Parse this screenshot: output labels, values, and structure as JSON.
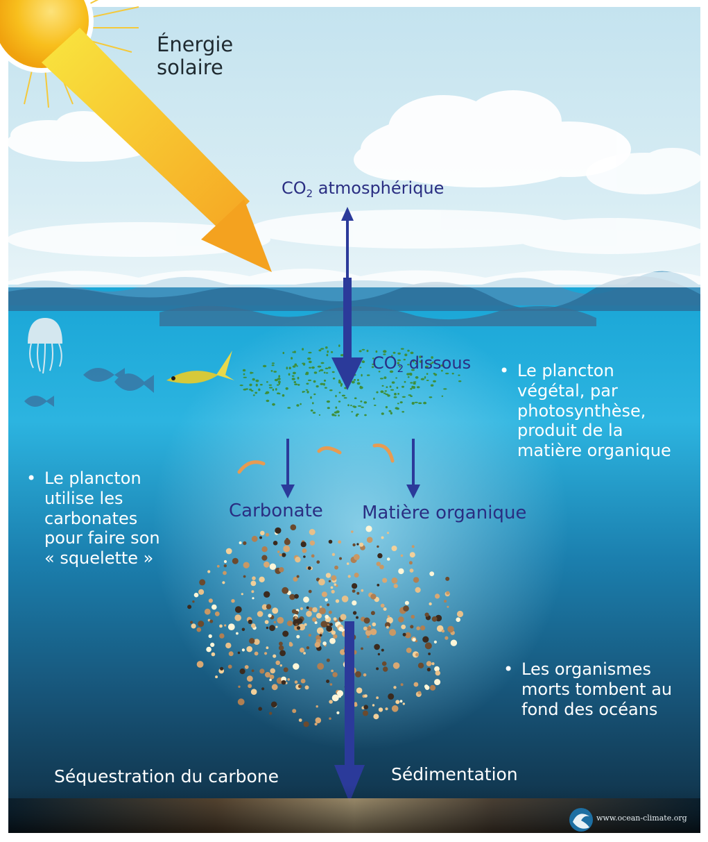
{
  "labels": {
    "solar_energy_line1": "Énergie",
    "solar_energy_line2": "solaire",
    "co2_atmo_prefix": "CO",
    "co2_atmo_sub": "2",
    "co2_atmo_suffix": "atmosphérique",
    "co2_dissolved_prefix": "CO",
    "co2_dissolved_sub": "2",
    "co2_dissolved_suffix": "dissous",
    "carbonate": "Carbonate",
    "organic_matter": "Matière organique",
    "sequestration": "Séquestration du carbone",
    "sedimentation": "Sédimentation",
    "website": "www.ocean-climate.org"
  },
  "notes": {
    "phytoplankton": [
      "Le plancton",
      "végétal, par",
      "photosynthèse,",
      "produit de la",
      "matière organique"
    ],
    "plankton_carbonates": [
      "Le plancton",
      "utilise les",
      "carbonates",
      "pour faire son",
      "« squelette »"
    ],
    "dead_organisms": [
      "Les organismes",
      "morts tombent au",
      "fond des océans"
    ]
  },
  "colors": {
    "arrow": "#2b3a9a",
    "label_dark": "#2a2e82",
    "sun_core": "#f6b817",
    "sun_ray": "#f5d53a",
    "ocean_surface": "#1aa3d4",
    "ocean_deep": "#12344a"
  },
  "icons": [
    "sun-icon",
    "cloud-icon",
    "wave-icon",
    "jellyfish-icon",
    "fish-icon",
    "shrimp-icon",
    "phytoplankton-particles",
    "sinking-particles",
    "globe-logo-icon"
  ]
}
